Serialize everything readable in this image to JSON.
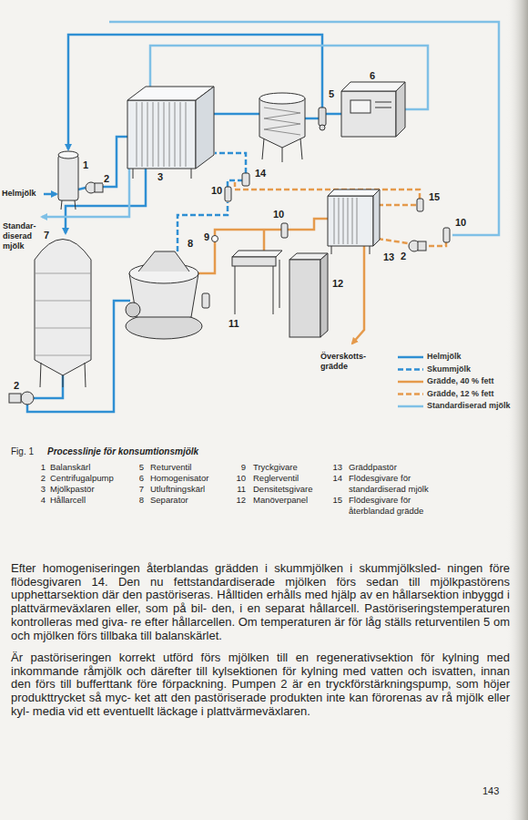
{
  "diagram": {
    "caption": "Processlinje för konsumtionsmjölk",
    "labels": [
      "6",
      "5",
      "1",
      "2",
      "3",
      "Helmjölk",
      "14",
      "10",
      "15",
      "9",
      "Standar- diserad mjölk",
      "10",
      "10",
      "7",
      "8",
      "2",
      "13",
      "12",
      "11",
      "2",
      "Överskotts- grädde",
      "Fig. 1",
      "1",
      "Balanskärl",
      "2",
      "Centrifugalpump",
      "3",
      "Mjölkpastör",
      "4",
      "Hållarcell",
      "5",
      "Returventil",
      "6",
      "Homogenisator",
      "7",
      "Utluftningskärl",
      "8",
      "Separator",
      "9",
      "Tryckgivare",
      "10",
      "Reglerventil",
      "11",
      "Densitetsgivare",
      "12",
      "Manöverpanel",
      "13",
      "Gräddpastör",
      "14",
      "Flödesgivare för standardiserad mjölk",
      "15",
      "Flödesgivare för återblandad grädde",
      "Efter homogeniseringen återblandas grädden i skummjölken i skummjölksled- ningen före flödesgivaren 14. Den nu fettstandardiserade mjölken förs sedan till mjölkpastörens upphettarsektion där den pastöriseras. Hålltiden erhålls med hjälp av en hållarsektion inbyggd i plattvärmeväxlaren eller, som på bil- den, i en separat hållarcell. Pastöriseringstemperaturen kontrolleras med giva- re efter hållarcellen. Om temperaturen är för låg ställs returventilen 5 om och mjölken förs tillbaka till balanskärlet.",
      "Är pastöriseringen korrekt utförd förs mjölken till en regenerativsektion för kylning med inkommande råmjölk och därefter till kylsektionen för kylning med vatten och isvatten, innan den förs till bufferttank före förpackning. Pumpen 2 är en tryckförstärkningspump, som höjer produkttrycket så myc- ket att den pastöriserade produkten inte kan förorenas av rå mjölk eller kyl- media vid ett eventuellt läckage i plattvärmeväxlaren.",
      "143"
    ],
    "legend": [
      {
        "text": "Helmjölk"
      },
      {
        "text": "Skummjölk"
      },
      {
        "text": "Grädde, 40 % fett"
      },
      {
        "text": "Grädde, 12 % fett"
      },
      {
        "text": "Standardiserad mjölk"
      }
    ]
  }
}
